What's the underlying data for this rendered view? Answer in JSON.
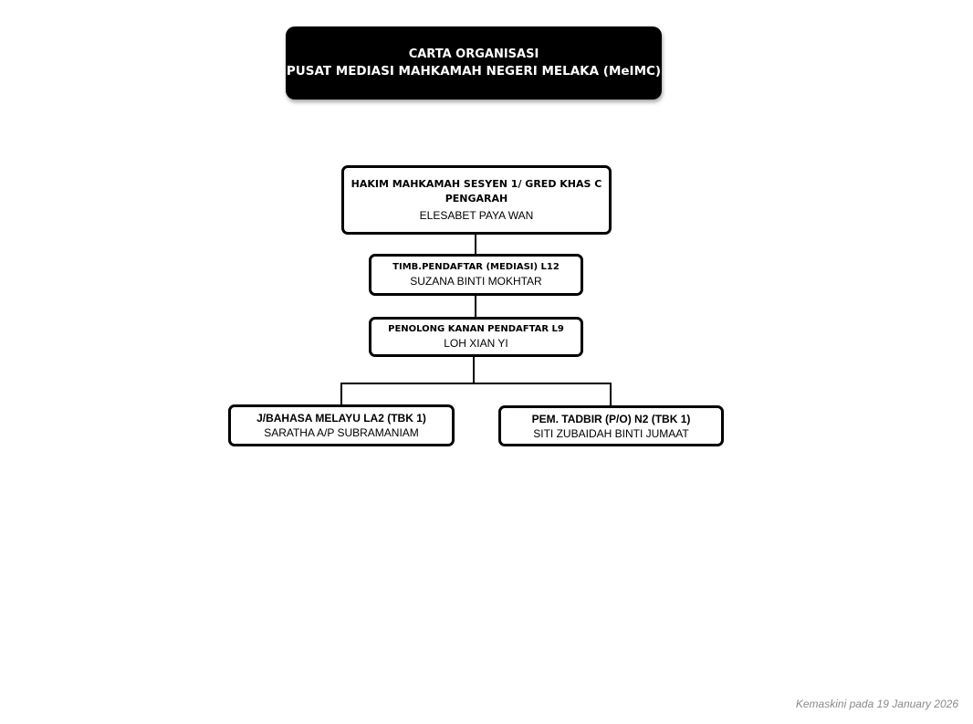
{
  "header": {
    "line1": "CARTA ORGANISASI",
    "line2": "PUSAT MEDIASI MAHKAMAH NEGERI MELAKA (MeIMC)"
  },
  "nodes": {
    "director": {
      "role": "HAKIM MAHKAMAH SESYEN 1/  GRED KHAS C",
      "title": "PENGARAH",
      "name": "ELESABET PAYA WAN"
    },
    "deputy": {
      "role": "TIMB.PENDAFTAR (MEDIASI) L12",
      "name": "SUZANA BINTI MOKHTAR"
    },
    "assistant": {
      "role": "PENOLONG KANAN PENDAFTAR L9",
      "name": "LOH XIAN YI"
    },
    "language_officer": {
      "role": "J/BAHASA MELAYU LA2 (TBK 1)",
      "name": "SARATHA A/P SUBRAMANIAM"
    },
    "admin_officer": {
      "role": "PEM. TADBIR (P/O) N2 (TBK 1)",
      "name": "SITI ZUBAIDAH BINTI JUMAAT"
    }
  },
  "footer": "Kemaskini pada 19 January 2026"
}
